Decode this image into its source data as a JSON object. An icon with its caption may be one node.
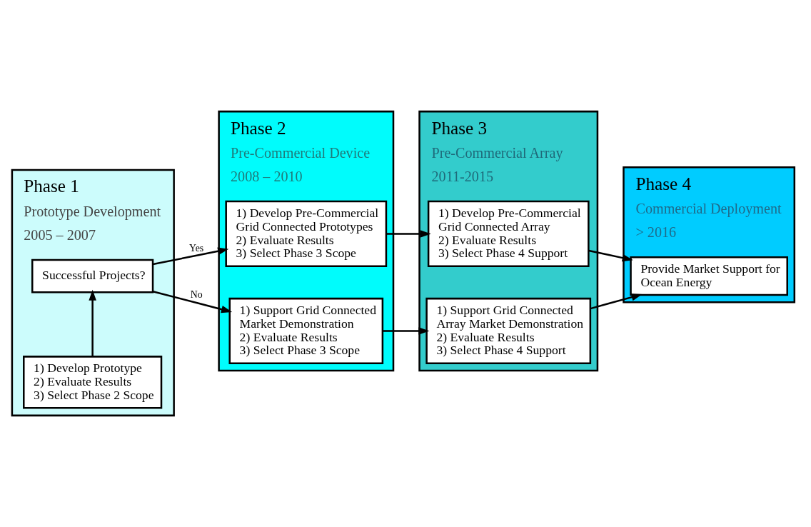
{
  "diagram": {
    "nodes": [
      {
        "text": [
          "Phase 1",
          "Prototype Development",
          "2005 – 2007"
        ]
      },
      {
        "text": [
          "Phase 2",
          "Pre-Commercial Device",
          "2008 – 2010"
        ]
      },
      {
        "text": [
          "Phase 3",
          "Pre-Commercial Array",
          "2011-2015"
        ]
      },
      {
        "text": [
          "Phase 4",
          "Commercial Deployment",
          "> 2016"
        ]
      },
      {
        "text": [
          "1) Develop Prototype",
          "2) Evaluate Results",
          "3) Select Phase 2 Scope"
        ],
        "in": 0
      },
      {
        "text": [
          "Successful Projects?"
        ],
        "in": 0
      },
      {
        "text": [
          "1) Develop Pre-Commercial Grid Connected Prototypes",
          "2) Evaluate Results",
          "3) Select Phase 3 Scope"
        ],
        "in": 1
      },
      {
        "text": [
          "1) Support Grid Connected Market Demonstration",
          "2) Evaluate Results",
          "3) Select Phase 3 Scope"
        ],
        "in": 1
      },
      {
        "text": [
          "1) Develop Pre-Commercial Grid Connected Array",
          "2) Evaluate Results",
          "3) Select Phase 4 Support"
        ],
        "in": 2
      },
      {
        "text": [
          "1) Support Grid Connected Array Market Demonstration",
          "2) Evaluate Results",
          "3) Select Phase 4 Support"
        ],
        "in": 2
      },
      {
        "text": [
          "Provide Market Support for Ocean Energy"
        ],
        "in": 3
      }
    ],
    "edges": [
      {
        "from": 4,
        "to": 5,
        "arrow": "to"
      },
      {
        "from": 5,
        "to": 6,
        "arrow": "to",
        "label": "Yes"
      },
      {
        "from": 5,
        "to": 7,
        "arrow": "to",
        "label": "No"
      },
      {
        "from": 6,
        "to": 8,
        "arrow": "to"
      },
      {
        "from": 7,
        "to": 9,
        "arrow": "to"
      },
      {
        "from": 8,
        "to": 10,
        "arrow": "to"
      },
      {
        "from": 9,
        "to": 10,
        "arrow": "to"
      }
    ]
  }
}
